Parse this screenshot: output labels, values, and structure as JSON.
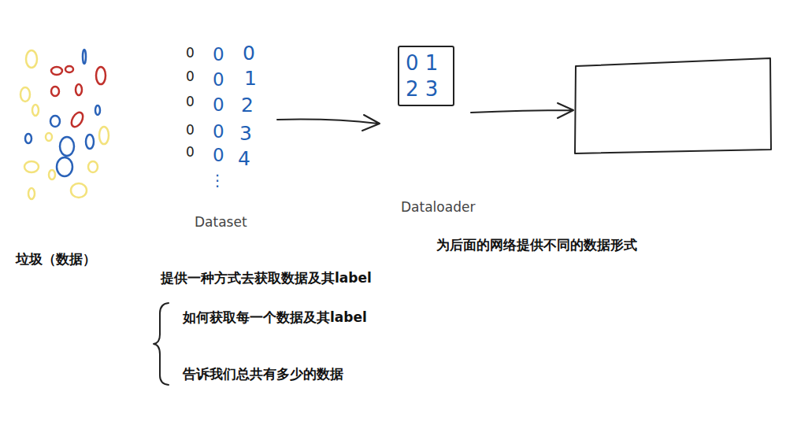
{
  "diagram": {
    "nodes": [
      {
        "text": [
          "0 1 2 3"
        ]
      }
    ],
    "labels": [
      "0",
      "0",
      "0",
      "0",
      "0",
      "0",
      "0",
      "0",
      "0",
      "0",
      "0",
      "1",
      "2",
      "3",
      "4",
      "⋮",
      "Dataset",
      "Dataloader",
      "垃圾（数据）",
      "为后面的网络提供不同的数据形式",
      "提供一种方式去获取数据及其label",
      "如何获取每一个数据及其label",
      "告诉我们总共有多少的数据"
    ]
  }
}
